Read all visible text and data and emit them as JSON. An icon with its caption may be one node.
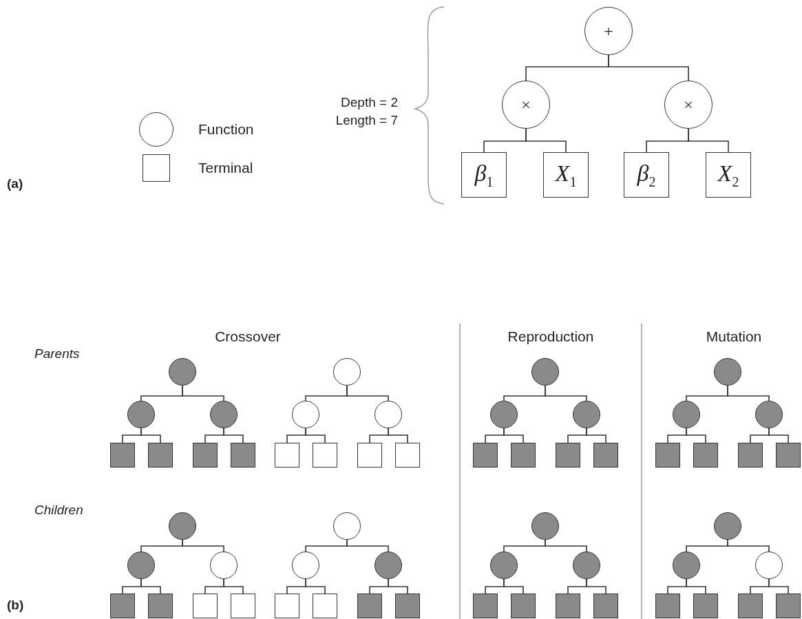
{
  "diagram": {
    "nodes": [
      {
        "text": [
          "+"
        ]
      },
      {
        "text": [
          "×"
        ]
      },
      {
        "text": [
          "×"
        ]
      },
      {
        "text": [
          "*β*$_{1}$"
        ]
      },
      {
        "text": [
          "*X*$_{1}$"
        ]
      },
      {
        "text": [
          "*β*$_{2}$"
        ]
      },
      {
        "text": [
          "*X*$_{2}$"
        ]
      },
      {
        "text": [],
        "shape": "circle"
      },
      {
        "text": [],
        "shape": "circle"
      },
      {
        "text": [],
        "shape": "circle"
      },
      {
        "text": [],
        "shape": "box"
      },
      {
        "text": [],
        "shape": "box"
      },
      {
        "text": [],
        "shape": "box"
      },
      {
        "text": [],
        "shape": "box"
      },
      {
        "text": [],
        "shape": "circle"
      },
      {
        "text": [],
        "shape": "circle"
      },
      {
        "text": [],
        "shape": "circle"
      },
      {
        "text": [],
        "shape": "box"
      },
      {
        "text": [],
        "shape": "box"
      },
      {
        "text": [],
        "shape": "box"
      },
      {
        "text": [],
        "shape": "box"
      },
      {
        "text": [],
        "shape": "circle"
      },
      {
        "text": [],
        "shape": "circle"
      },
      {
        "text": [],
        "shape": "circle"
      },
      {
        "text": [],
        "shape": "box"
      },
      {
        "text": [],
        "shape": "box"
      },
      {
        "text": [],
        "shape": "box"
      },
      {
        "text": [],
        "shape": "box"
      },
      {
        "text": [],
        "shape": "circle"
      },
      {
        "text": [],
        "shape": "circle"
      },
      {
        "text": [],
        "shape": "circle"
      },
      {
        "text": [],
        "shape": "box"
      },
      {
        "text": [],
        "shape": "box"
      },
      {
        "text": [],
        "shape": "box"
      },
      {
        "text": [],
        "shape": "box"
      },
      {
        "text": [],
        "shape": "circle"
      },
      {
        "text": [],
        "shape": "circle"
      },
      {
        "text": [],
        "shape": "circle"
      },
      {
        "text": [],
        "shape": "box"
      },
      {
        "text": [],
        "shape": "box"
      },
      {
        "text": [],
        "shape": "box"
      },
      {
        "text": [],
        "shape": "box"
      },
      {
        "text": [],
        "shape": "circle"
      },
      {
        "text": [],
        "shape": "circle"
      },
      {
        "text": [],
        "shape": "circle"
      },
      {
        "text": [],
        "shape": "box"
      },
      {
        "text": [],
        "shape": "box"
      },
      {
        "text": [],
        "shape": "box"
      },
      {
        "text": [],
        "shape": "box"
      },
      {
        "text": [],
        "shape": "circle"
      },
      {
        "text": [],
        "shape": "circle"
      },
      {
        "text": [],
        "shape": "circle"
      },
      {
        "text": [],
        "shape": "box"
      },
      {
        "text": [],
        "shape": "box"
      },
      {
        "text": [],
        "shape": "box"
      },
      {
        "text": [],
        "shape": "box"
      },
      {
        "text": [],
        "shape": "circle"
      },
      {
        "text": [],
        "shape": "circle"
      },
      {
        "text": [],
        "shape": "circle"
      },
      {
        "text": [],
        "shape": "box"
      },
      {
        "text": [],
        "shape": "box"
      },
      {
        "text": [],
        "shape": "box"
      },
      {
        "text": [],
        "shape": "box"
      }
    ],
    "edges": [
      {
        "from": 0,
        "to": 1,
        "arrow": "none"
      },
      {
        "from": 0,
        "to": 2,
        "arrow": "none"
      },
      {
        "from": 1,
        "to": 3,
        "arrow": "none"
      },
      {
        "from": 1,
        "to": 4,
        "arrow": "none"
      },
      {
        "from": 2,
        "to": 5,
        "arrow": "none"
      },
      {
        "from": 2,
        "to": 6,
        "arrow": "none"
      },
      {
        "from": 7,
        "to": 8,
        "arrow": "none"
      },
      {
        "from": 7,
        "to": 9,
        "arrow": "none"
      },
      {
        "from": 8,
        "to": 10,
        "arrow": "none"
      },
      {
        "from": 8,
        "to": 11,
        "arrow": "none"
      },
      {
        "from": 9,
        "to": 12,
        "arrow": "none"
      },
      {
        "from": 9,
        "to": 13,
        "arrow": "none"
      },
      {
        "from": 14,
        "to": 15,
        "arrow": "none"
      },
      {
        "from": 14,
        "to": 16,
        "arrow": "none"
      },
      {
        "from": 15,
        "to": 17,
        "arrow": "none"
      },
      {
        "from": 15,
        "to": 18,
        "arrow": "none"
      },
      {
        "from": 16,
        "to": 19,
        "arrow": "none"
      },
      {
        "from": 16,
        "to": 20,
        "arrow": "none"
      },
      {
        "from": 21,
        "to": 22,
        "arrow": "none"
      },
      {
        "from": 21,
        "to": 23,
        "arrow": "none"
      },
      {
        "from": 22,
        "to": 24,
        "arrow": "none"
      },
      {
        "from": 22,
        "to": 25,
        "arrow": "none"
      },
      {
        "from": 23,
        "to": 26,
        "arrow": "none"
      },
      {
        "from": 23,
        "to": 27,
        "arrow": "none"
      },
      {
        "from": 28,
        "to": 29,
        "arrow": "none"
      },
      {
        "from": 28,
        "to": 30,
        "arrow": "none"
      },
      {
        "from": 29,
        "to": 31,
        "arrow": "none"
      },
      {
        "from": 29,
        "to": 32,
        "arrow": "none"
      },
      {
        "from": 30,
        "to": 33,
        "arrow": "none"
      },
      {
        "from": 30,
        "to": 34,
        "arrow": "none"
      },
      {
        "from": 35,
        "to": 36,
        "arrow": "none"
      },
      {
        "from": 35,
        "to": 37,
        "arrow": "none"
      },
      {
        "from": 36,
        "to": 38,
        "arrow": "none"
      },
      {
        "from": 36,
        "to": 39,
        "arrow": "none"
      },
      {
        "from": 37,
        "to": 40,
        "arrow": "none"
      },
      {
        "from": 37,
        "to": 41,
        "arrow": "none"
      },
      {
        "from": 42,
        "to": 43,
        "arrow": "none"
      },
      {
        "from": 42,
        "to": 44,
        "arrow": "none"
      },
      {
        "from": 43,
        "to": 45,
        "arrow": "none"
      },
      {
        "from": 43,
        "to": 46,
        "arrow": "none"
      },
      {
        "from": 44,
        "to": 47,
        "arrow": "none"
      },
      {
        "from": 44,
        "to": 48,
        "arrow": "none"
      },
      {
        "from": 49,
        "to": 50,
        "arrow": "none"
      },
      {
        "from": 49,
        "to": 51,
        "arrow": "none"
      },
      {
        "from": 50,
        "to": 52,
        "arrow": "none"
      },
      {
        "from": 50,
        "to": 53,
        "arrow": "none"
      },
      {
        "from": 51,
        "to": 54,
        "arrow": "none"
      },
      {
        "from": 51,
        "to": 55,
        "arrow": "none"
      },
      {
        "from": 56,
        "to": 57,
        "arrow": "none"
      },
      {
        "from": 56,
        "to": 58,
        "arrow": "none"
      },
      {
        "from": 57,
        "to": 59,
        "arrow": "none"
      },
      {
        "from": 57,
        "to": 60,
        "arrow": "none"
      },
      {
        "from": 58,
        "to": 61,
        "arrow": "none"
      },
      {
        "from": 58,
        "to": 62,
        "arrow": "none"
      }
    ],
    "labels": [
      "Depth = 2",
      "Length = 7",
      "(a)",
      "Crossover",
      "Reproduction",
      "Mutation",
      "Parents",
      "Children",
      "(b)"
    ],
    "legend": [
      {
        "text": "Function"
      },
      {
        "text": "Terminal"
      }
    ]
  }
}
